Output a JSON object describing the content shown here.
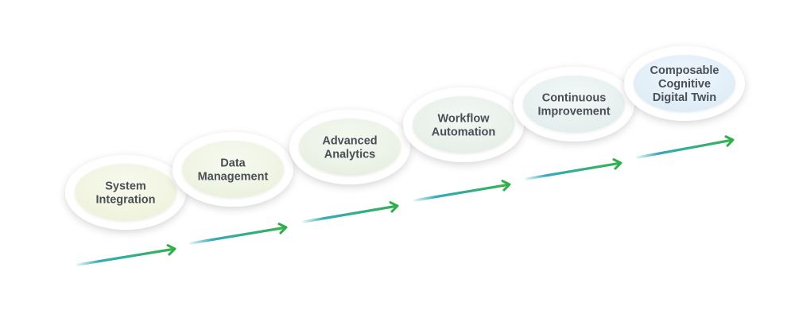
{
  "steps": [
    {
      "lines": [
        "System",
        "Integration"
      ],
      "fill": "#eef2da",
      "fill_light": "#f8faee"
    },
    {
      "lines": [
        "Data",
        "Management"
      ],
      "fill": "#ebf1dd",
      "fill_light": "#f7faf0"
    },
    {
      "lines": [
        "Advanced",
        "Analytics"
      ],
      "fill": "#e7efe1",
      "fill_light": "#f5f9f1"
    },
    {
      "lines": [
        "Workflow",
        "Automation"
      ],
      "fill": "#e4eee6",
      "fill_light": "#f3f8f4"
    },
    {
      "lines": [
        "Continuous",
        "Improvement"
      ],
      "fill": "#e2edec",
      "fill_light": "#f2f8f8"
    },
    {
      "lines": [
        "Composable",
        "Cognitive",
        "Digital Twin"
      ],
      "fill": "#dcebf7",
      "fill_light": "#eef6fc"
    }
  ],
  "colors": {
    "text": "#4a4f55",
    "arrow_start": "#2aa6b8",
    "arrow_end": "#35b24a",
    "arrow_head": "#2fae4c",
    "ring": "#ffffff"
  }
}
